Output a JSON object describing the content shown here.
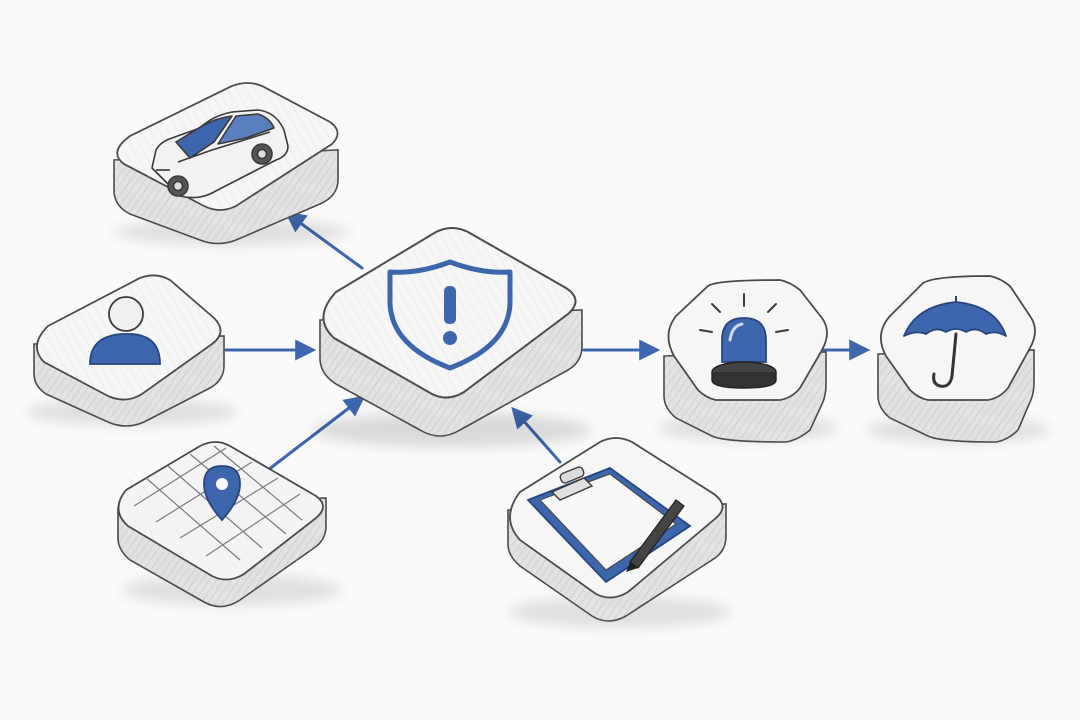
{
  "colors": {
    "background": "#fafafa",
    "accent": "#3e66ad",
    "accent_dark": "#27467f",
    "sketch_line": "#4a4a4a",
    "tile_top": "#f6f6f6",
    "tile_side": "#dcdcdc"
  },
  "diagram": {
    "nodes": [
      {
        "id": "alert",
        "icon": "shield-alert-icon",
        "role": "central hub"
      },
      {
        "id": "vehicle",
        "icon": "car-icon"
      },
      {
        "id": "person",
        "icon": "person-icon"
      },
      {
        "id": "location",
        "icon": "map-pin-icon"
      },
      {
        "id": "report",
        "icon": "clipboard-pen-icon"
      },
      {
        "id": "emergency",
        "icon": "siren-icon"
      },
      {
        "id": "protection",
        "icon": "umbrella-icon"
      }
    ],
    "edges": [
      {
        "from": "alert",
        "to": "vehicle"
      },
      {
        "from": "person",
        "to": "alert"
      },
      {
        "from": "location",
        "to": "alert"
      },
      {
        "from": "report",
        "to": "alert"
      },
      {
        "from": "alert",
        "to": "emergency"
      },
      {
        "from": "emergency",
        "to": "protection"
      }
    ]
  }
}
